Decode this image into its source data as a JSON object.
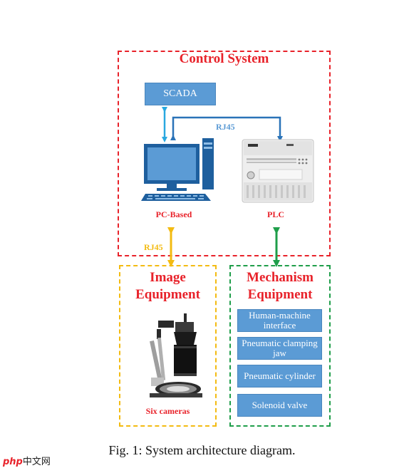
{
  "control": {
    "title": "Control System"
  },
  "scada": {
    "label": "SCADA"
  },
  "links": {
    "rj45_top": "RJ45",
    "rj45_left": "RJ45"
  },
  "pc": {
    "label": "PC-Based"
  },
  "plc": {
    "label": "PLC"
  },
  "image": {
    "title_line1": "Image",
    "title_line2": "Equipment",
    "cameras_label": "Six cameras"
  },
  "mechanism": {
    "title_line1": "Mechanism",
    "title_line2": "Equipment",
    "items": [
      "Human-machine interface",
      "Pneumatic clamping jaw",
      "Pneumatic cylinder",
      "Solenoid valve"
    ]
  },
  "caption": "Fig. 1: System architecture diagram.",
  "watermark": {
    "brand": "php",
    "site": "中文网"
  },
  "colors": {
    "red": "#e8222a",
    "blue": "#5b9bd5",
    "yellow": "#f3bb12",
    "green": "#1f9e4a",
    "arrow_blue": "#29a8e0",
    "arrow_dark_blue": "#2a73b8"
  }
}
